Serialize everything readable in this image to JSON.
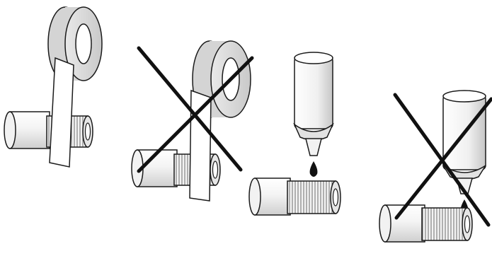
{
  "diagram": {
    "panels": [
      {
        "id": "tape-correct",
        "method": "thread-seal-tape",
        "crossed_out": false
      },
      {
        "id": "tape-incorrect",
        "method": "thread-seal-tape",
        "crossed_out": true
      },
      {
        "id": "liquid-correct",
        "method": "liquid-thread-sealant",
        "crossed_out": false
      },
      {
        "id": "liquid-incorrect",
        "method": "liquid-thread-sealant",
        "crossed_out": true
      }
    ],
    "colors": {
      "outline": "#1a1a1a",
      "fill_light": "#f2f2f2",
      "fill_mid": "#d6d6d6",
      "fill_dark": "#9a9a9a",
      "drop": "#111111",
      "cross": "#111111"
    }
  }
}
